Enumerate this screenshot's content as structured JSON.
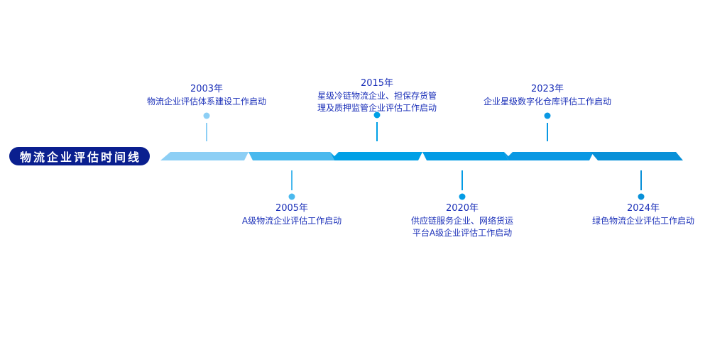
{
  "title": "物流企业评估时间线",
  "colors": {
    "title_bg": "#0a1f8f",
    "text": "#1a2fb8",
    "segments": [
      "#8dcff5",
      "#4ab9ee",
      "#00a0e6",
      "#039be5",
      "#0a98e3",
      "#0890d8"
    ]
  },
  "events": [
    {
      "year": "2003年",
      "description": "物流企业评估体系建设工作启动",
      "position": "above",
      "color": "#8dcff5"
    },
    {
      "year": "2005年",
      "description": "A级物流企业评估工作启动",
      "position": "below",
      "color": "#4ab9ee"
    },
    {
      "year": "2015年",
      "description": "星级冷链物流企业、担保存货管\n理及质押监管企业评估工作启动",
      "position": "above",
      "color": "#00a0e6"
    },
    {
      "year": "2020年",
      "description": "供应链服务企业、网络货运\n平台A级企业评估工作启动",
      "position": "below",
      "color": "#039be5"
    },
    {
      "year": "2023年",
      "description": "企业星级数字化仓库评估工作启动",
      "position": "above",
      "color": "#0a98e3"
    },
    {
      "year": "2024年",
      "description": "绿色物流企业评估工作启动",
      "position": "below",
      "color": "#0890d8"
    }
  ]
}
